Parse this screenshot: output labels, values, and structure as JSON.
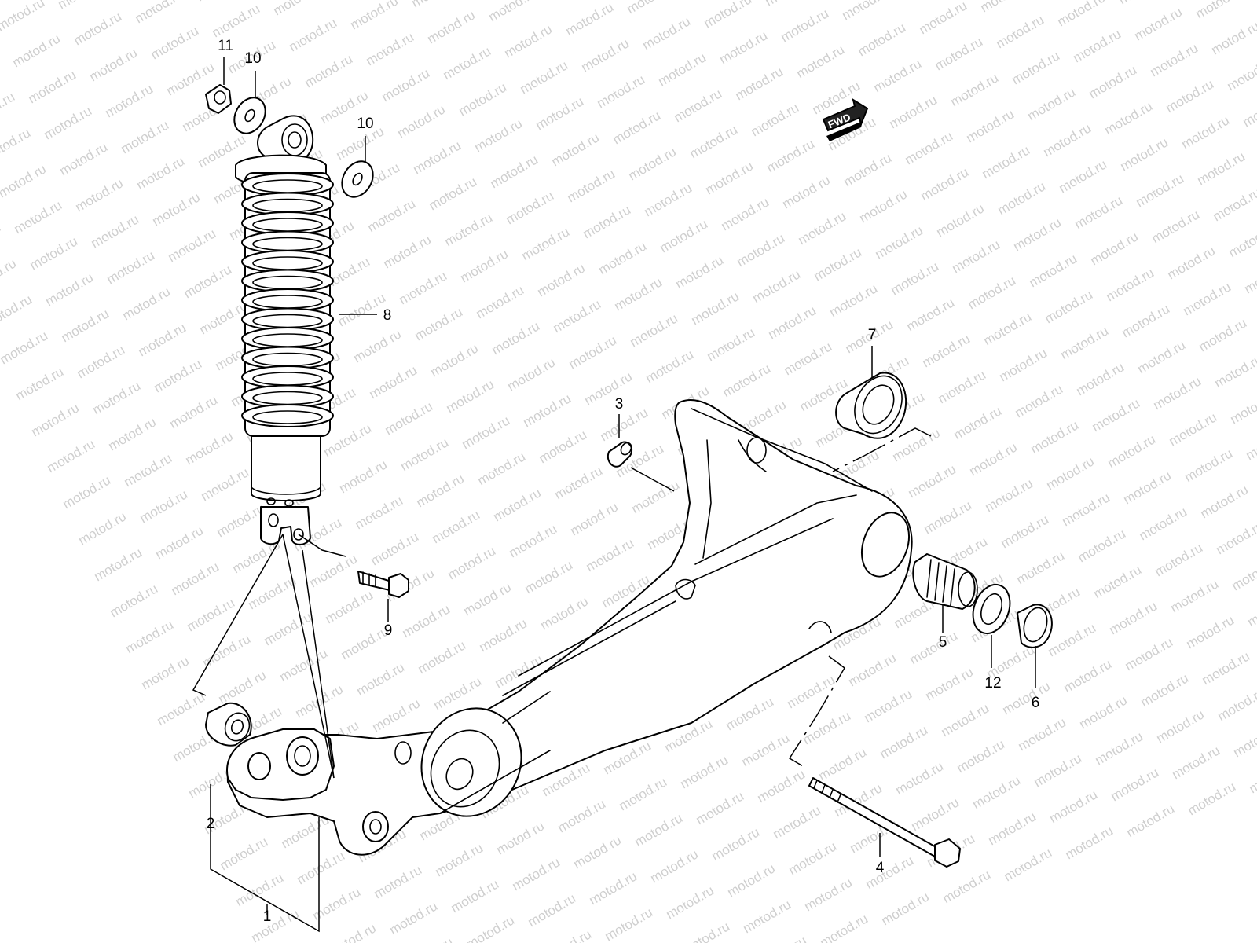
{
  "watermark": {
    "text": "motod.ru"
  },
  "fwd_badge": {
    "label": "FWD"
  },
  "callouts": [
    {
      "id": "11",
      "label": "11"
    },
    {
      "id": "10a",
      "label": "10"
    },
    {
      "id": "10b",
      "label": "10"
    },
    {
      "id": "8",
      "label": "8"
    },
    {
      "id": "7",
      "label": "7"
    },
    {
      "id": "3",
      "label": "3"
    },
    {
      "id": "9",
      "label": "9"
    },
    {
      "id": "5",
      "label": "5"
    },
    {
      "id": "12",
      "label": "12"
    },
    {
      "id": "6",
      "label": "6"
    },
    {
      "id": "2",
      "label": "2"
    },
    {
      "id": "1",
      "label": "1"
    },
    {
      "id": "4",
      "label": "4"
    }
  ]
}
